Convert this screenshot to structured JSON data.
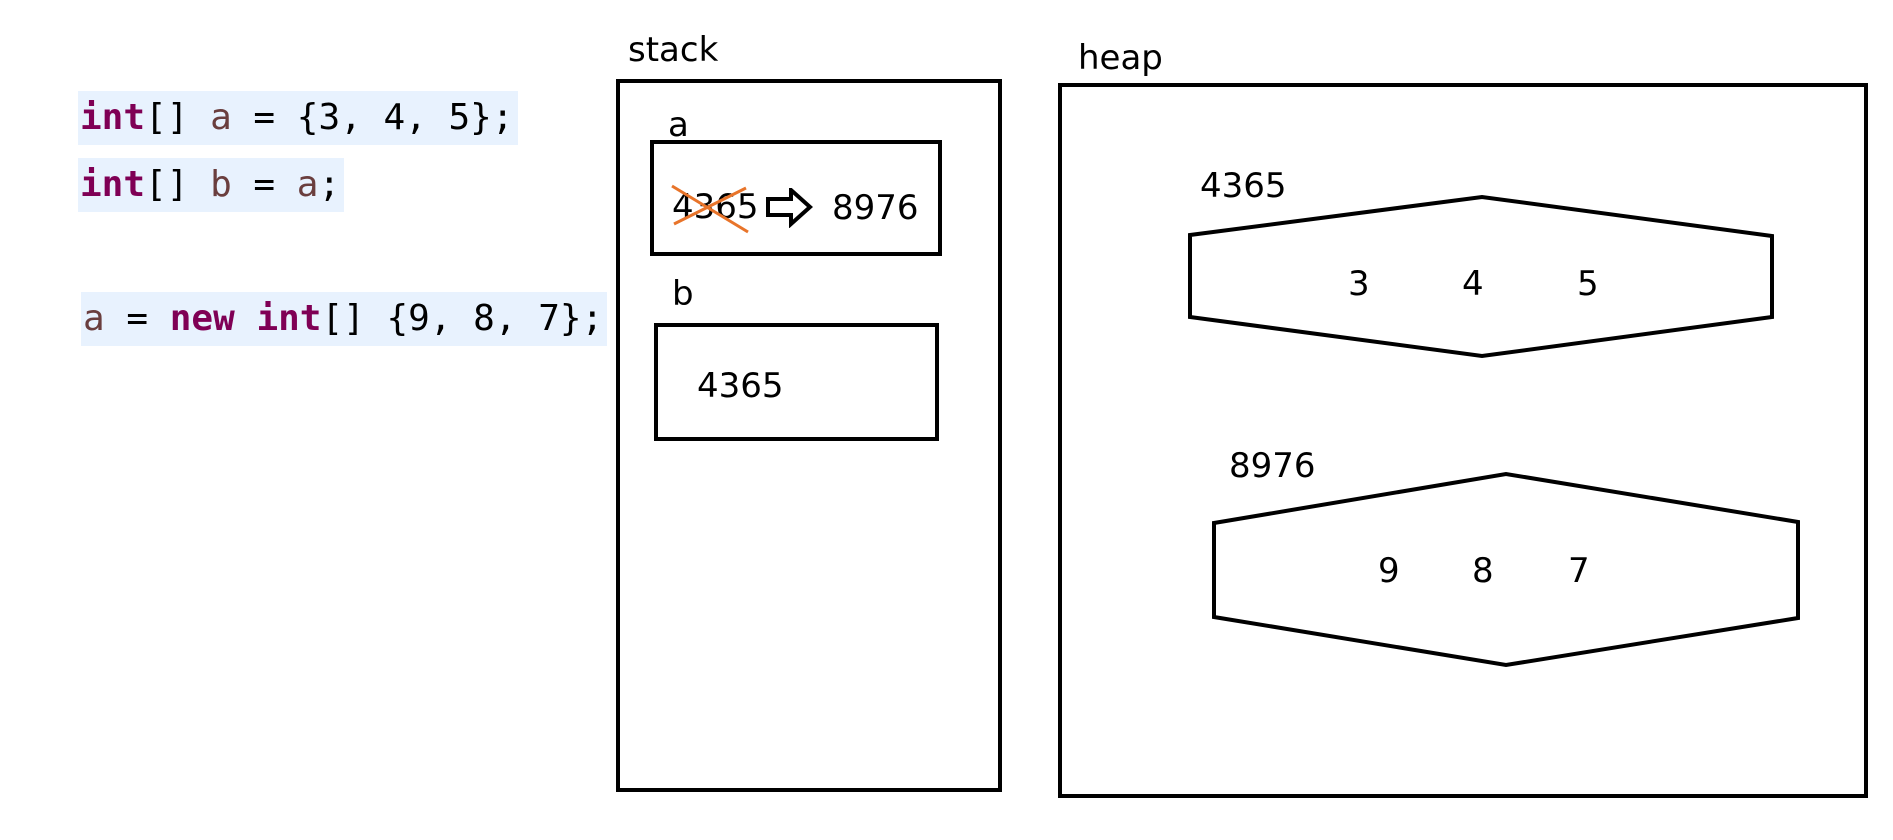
{
  "code": {
    "line1": {
      "kw1": "int",
      "p1": "[] ",
      "v1": "a",
      "p2": " = {3, 4, 5};"
    },
    "line2": {
      "kw1": "int",
      "p1": "[] ",
      "v1": "b",
      "p2": " = ",
      "v2": "a",
      "p3": ";"
    },
    "line3": {
      "v1": "a",
      "p1": " = ",
      "kw1": "new",
      "p2": " ",
      "kw2": "int",
      "p3": "[] {9, 8, 7};"
    }
  },
  "stack": {
    "title": "stack",
    "var_a": {
      "name": "a",
      "old_value": "4365",
      "new_value": "8976"
    },
    "var_b": {
      "name": "b",
      "value": "4365"
    }
  },
  "heap": {
    "title": "heap",
    "array1": {
      "address": "4365",
      "values": [
        "3",
        "4",
        "5"
      ]
    },
    "array2": {
      "address": "8976",
      "values": [
        "9",
        "8",
        "7"
      ]
    }
  },
  "colors": {
    "strike": "#e8742a",
    "code_bg": "#e8f2fe",
    "keyword": "#7f0055",
    "variable": "#6a3e3e"
  }
}
